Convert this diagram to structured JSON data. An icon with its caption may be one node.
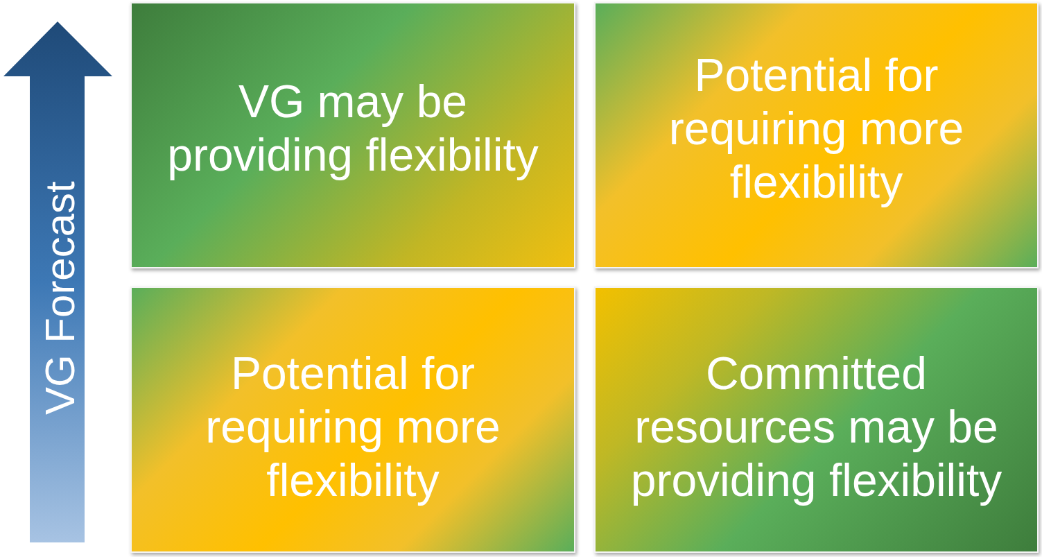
{
  "diagram": {
    "nodes": [
      {
        "text": [
          "VG may be providing flexibility"
        ]
      },
      {
        "text": [
          "Potential for requiring more flexibility"
        ]
      },
      {
        "text": [
          "Potential for requiring more flexibility"
        ]
      },
      {
        "text": [
          "Committed resources may be providing flexibility"
        ]
      }
    ],
    "edges": [],
    "labels": [
      "VG Forecast"
    ]
  }
}
